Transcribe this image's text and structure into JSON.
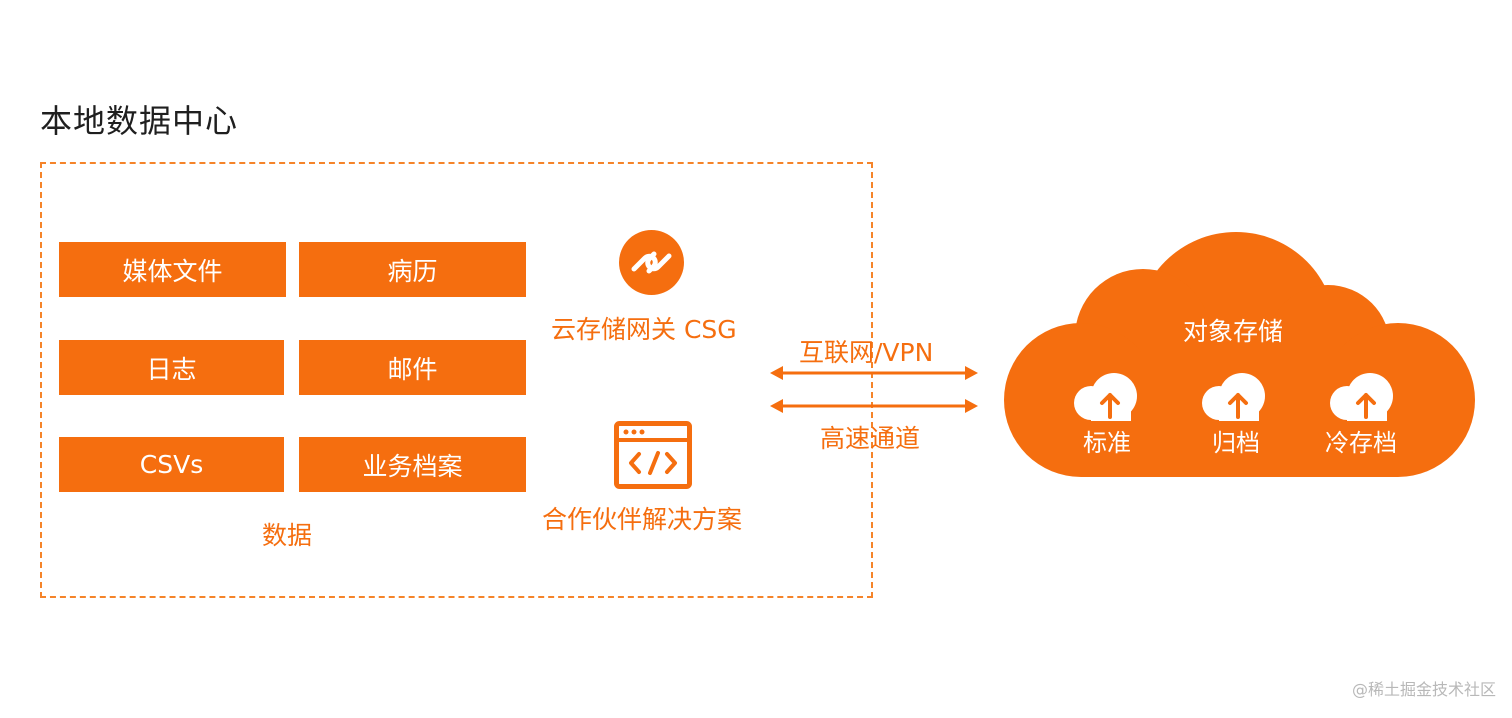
{
  "title": "本地数据中心",
  "data_group": {
    "tiles": [
      "媒体文件",
      "病历",
      "日志",
      "邮件",
      "CSVs",
      "业务档案"
    ],
    "label": "数据"
  },
  "gateway": {
    "csg_label": "云存储网关 CSG",
    "partner_label": "合作伙伴解决方案"
  },
  "connections": {
    "internet_label": "互联网/VPN",
    "express_label": "高速通道"
  },
  "cloud": {
    "title": "对象存储",
    "tiers": [
      "标准",
      "归档",
      "冷存档"
    ]
  },
  "watermark": "@稀土掘金技术社区",
  "colors": {
    "accent": "#f56e0f",
    "border": "#f5842a",
    "title": "#1f1f1f"
  },
  "icons": [
    "gateway-link-icon",
    "code-window-icon",
    "double-arrow-icon",
    "cloud-upload-icon"
  ]
}
